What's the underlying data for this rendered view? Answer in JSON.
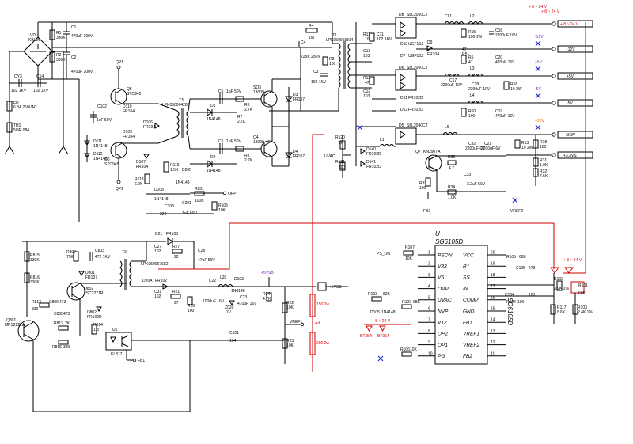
{
  "ic": {
    "ref": "U",
    "part": "SG6105D",
    "pins_left": [
      {
        "num": "1",
        "name": "PSON"
      },
      {
        "num": "2",
        "name": "V33"
      },
      {
        "num": "3",
        "name": "V5"
      },
      {
        "num": "4",
        "name": "OPP"
      },
      {
        "num": "5",
        "name": "UVAC"
      },
      {
        "num": "6",
        "name": "NVP"
      },
      {
        "num": "7",
        "name": "V12"
      },
      {
        "num": "8",
        "name": "OP2"
      },
      {
        "num": "9",
        "name": "OP1"
      },
      {
        "num": "10",
        "name": "PG"
      }
    ],
    "pins_right": [
      {
        "num": "20",
        "name": "VCC"
      },
      {
        "num": "19",
        "name": "R1"
      },
      {
        "num": "18",
        "name": "SS"
      },
      {
        "num": "17",
        "name": "IN"
      },
      {
        "num": "16",
        "name": "COMP"
      },
      {
        "num": "15",
        "name": "GND"
      },
      {
        "num": "14",
        "name": "FB1"
      },
      {
        "num": "13",
        "name": "VREF1"
      },
      {
        "num": "12",
        "name": "VREF2"
      },
      {
        "num": "11",
        "name": "FB2"
      }
    ]
  },
  "outputs": [
    {
      "label": "+ 8 ~ 24 V"
    },
    {
      "label": "-12V"
    },
    {
      "label": "+5V"
    },
    {
      "label": "-5V"
    },
    {
      "label": "+3.3V"
    },
    {
      "label": "+3.3VS"
    }
  ],
  "rail_labels": {
    "top_rail": "+ 8 ~ 24 V",
    "net_12v_neg": "-12V",
    "net_5v": "+5V",
    "net_5v_neg": "-5V",
    "net_12v": "+12V",
    "net_33v": "+3.3V",
    "fb2": "FB2",
    "vref2": "VREF2",
    "uvac": "UVAC",
    "fb1": "FB1",
    "vref1": "VREF1",
    "opp": "OPP",
    "plus5vsb": "+5VSB",
    "ps_on": "PS_ON"
  },
  "components": {
    "vd": {
      "ref": "VD",
      "val": "KBL06"
    },
    "r1": {
      "ref": "R1",
      "val": "330K"
    },
    "r2": {
      "ref": "R2",
      "val": "330K"
    },
    "c1": {
      "ref": "C1",
      "val": "470uF 200V"
    },
    "c2": {
      "ref": "C2",
      "val": "470uF 200V"
    },
    "cy3": {
      "ref": "CY3",
      "val": "102 1KV"
    },
    "c14": {
      "ref": "C14",
      "val": "102 1KV"
    },
    "fu": {
      "ref": "FU",
      "val": "6.3A 250VAC"
    },
    "th1": {
      "ref": "TH1",
      "val": "5OR 084"
    },
    "r4": {
      "ref": "R4",
      "val": "1M"
    },
    "c4": {
      "ref": "C4",
      "val": "225K 250V"
    },
    "r3": {
      "ref": "R3",
      "val": "100"
    },
    "c3": {
      "ref": "C3",
      "val": "102 1KV"
    },
    "t1": {
      "ref": "T1",
      "val": "LPK050003314"
    },
    "r11": {
      "ref": "R11",
      "val": "10"
    },
    "c11": {
      "ref": "C11",
      "val": "102 1KV"
    },
    "c13": {
      "ref": "C13",
      "val": "103"
    },
    "r12": {
      "ref": "R12",
      "val": "47"
    },
    "c12": {
      "ref": "C12",
      "val": "103"
    },
    "d8": {
      "ref": "D8",
      "val": "S8L2060CT"
    },
    "d9": {
      "ref": "D9",
      "val": "FR104"
    },
    "d10": {
      "ref": "D10",
      "val": "UGF10J"
    },
    "d7": {
      "ref": "D7",
      "val": "UGF10J"
    },
    "d6": {
      "ref": "D6",
      "val": "S8L2060CT"
    },
    "d11": {
      "ref": "D11",
      "val": "FR102D"
    },
    "d12": {
      "ref": "D12",
      "val": "FR102D"
    },
    "d5": {
      "ref": "D5",
      "val": "S8L2040CT"
    },
    "cl1a": {
      "ref": "CL1",
      "val": ""
    },
    "l2": {
      "ref": "L2",
      "val": ""
    },
    "r15": {
      "ref": "R15",
      "val": "100 1W"
    },
    "c16": {
      "ref": "C16",
      "val": "2200uF 16V"
    },
    "r5": {
      "ref": "R5",
      "val": "47"
    },
    "c20": {
      "ref": "C20",
      "val": "470uF 16V"
    },
    "l3": {
      "ref": "L3",
      "val": ""
    },
    "r51": {
      "ref": "R51",
      "val": "47"
    },
    "c17": {
      "ref": "C17",
      "val": "2200uF 10V"
    },
    "c18": {
      "ref": "C18",
      "val": "2200uF 10V"
    },
    "r16": {
      "ref": "R16",
      "val": "10 2W"
    },
    "l4": {
      "ref": "L4",
      "val": ""
    },
    "r60": {
      "ref": "R60",
      "val": "100"
    },
    "c19": {
      "ref": "C19",
      "val": "470uF 16V"
    },
    "l6": {
      "ref": "L6",
      "val": ""
    },
    "l1": {
      "ref": "L1",
      "val": ""
    },
    "c32": {
      "ref": "C32",
      "val": "2200uF 6V"
    },
    "c21": {
      "ref": "C21",
      "val": "2200uF 6V"
    },
    "r13": {
      "ref": "R13",
      "val": "10 2W"
    },
    "r18": {
      "ref": "R18",
      "val": "100"
    },
    "r31": {
      "ref": "R31",
      "val": "1.0K"
    },
    "r32": {
      "ref": "R32",
      "val": "7.5K"
    },
    "q7": {
      "ref": "Q7",
      "val": "KN2907A"
    },
    "r36": {
      "ref": "R36",
      "val": "4.7"
    },
    "r33": {
      "ref": "R33",
      "val": "100"
    },
    "c33": {
      "ref": "C33",
      "val": "2.2uF 50V"
    },
    "r34": {
      "ref": "R34",
      "val": "1.0K"
    },
    "r120": {
      "ref": "R120",
      "val": "1K"
    },
    "r121": {
      "ref": "R121",
      "val": "110"
    },
    "d140": {
      "ref": "D140",
      "val": "FR102D"
    },
    "d141": {
      "ref": "D141",
      "val": "FR102D"
    },
    "qp1": {
      "ref": "QP1",
      "val": ""
    },
    "q5": {
      "ref": "Q5",
      "val": "STC945"
    },
    "q6": {
      "ref": "Q6",
      "val": "STC945"
    },
    "qp2": {
      "ref": "QP2",
      "val": ""
    },
    "c102": {
      "ref": "C102",
      "val": "1uF 50V"
    },
    "d110": {
      "ref": "D110",
      "val": "FR104"
    },
    "d106": {
      "ref": "D106",
      "val": "FR104"
    },
    "d109": {
      "ref": "D109",
      "val": "FR104"
    },
    "d107": {
      "ref": "D107",
      "val": "FR104"
    },
    "d111": {
      "ref": "D111",
      "val": "1N4148"
    },
    "d112": {
      "ref": "D112",
      "val": "1N4148"
    },
    "r119": {
      "ref": "R119",
      "val": "1.5K"
    },
    "r118": {
      "ref": "R118",
      "val": "6.2K"
    },
    "d200": {
      "ref": "D200",
      "val": "1N4148"
    },
    "d108": {
      "ref": "D108",
      "val": "1N4148"
    },
    "c103": {
      "ref": "C103",
      "val": "224"
    },
    "c201": {
      "ref": "C201",
      "val": "1uF 50V"
    },
    "r201": {
      "ref": "R201",
      "val": "100K"
    },
    "r105": {
      "ref": "R105",
      "val": "10K"
    },
    "t3": {
      "ref": "T3",
      "val": "LPK050064280"
    },
    "c5": {
      "ref": "C5",
      "val": "1uF 50V"
    },
    "c6": {
      "ref": "C6",
      "val": "1uF 50V"
    },
    "d1": {
      "ref": "D1",
      "val": "1N4148"
    },
    "d2": {
      "ref": "D2",
      "val": "1N4148"
    },
    "r6": {
      "ref": "R6",
      "val": "2.7K"
    },
    "r7": {
      "ref": "R7",
      "val": "2.7K"
    },
    "r8": {
      "ref": "R8",
      "val": "2.7K"
    },
    "q3": {
      "ref": "SQ3",
      "val": "13009"
    },
    "q4": {
      "ref": "Q4",
      "val": "13009"
    },
    "d3": {
      "ref": "D3",
      "val": "FR107"
    },
    "d4": {
      "ref": "D4",
      "val": "FR107"
    },
    "t2": {
      "ref": "T2",
      "val": "LPK050067682"
    },
    "d21": {
      "ref": "D21",
      "val": "FR103"
    },
    "c27": {
      "ref": "C27",
      "val": "102"
    },
    "r27": {
      "ref": "R27",
      "val": "22"
    },
    "c28": {
      "ref": "C28",
      "val": "47uF 50V"
    },
    "r807": {
      "ref": "R807",
      "val": "75K"
    },
    "c803": {
      "ref": "C803",
      "val": "472 1KV"
    },
    "r815": {
      "ref": "R815",
      "val": "330K"
    },
    "r816": {
      "ref": "R816",
      "val": "330K"
    },
    "d801": {
      "ref": "D801",
      "val": "FR107"
    },
    "q802": {
      "ref": "Q802",
      "val": "2SC2271R"
    },
    "r813": {
      "ref": "R813",
      "val": "330"
    },
    "c806": {
      "ref": "C806",
      "val": "473"
    },
    "c805": {
      "ref": "C805",
      "val": "473"
    },
    "r812": {
      "ref": "R812",
      "val": "2K"
    },
    "r815b": {
      "ref": "R815",
      "val": "330"
    },
    "r814": {
      "ref": "R814",
      "val": "1.8"
    },
    "d802": {
      "ref": "D802",
      "val": "FR102D"
    },
    "q801": {
      "ref": "Q801",
      "val": "MPS2222A"
    },
    "u1": {
      "ref": "U1",
      "val": "EL817"
    },
    "d20": {
      "ref": "D20A",
      "val": "FR102"
    },
    "c31": {
      "ref": "C31",
      "val": "102"
    },
    "r21": {
      "ref": "R21",
      "val": "27"
    },
    "r20": {
      "ref": "R20",
      "val": "100"
    },
    "c22": {
      "ref": "C22",
      "val": "1000uF 16V"
    },
    "l20": {
      "ref": "L20",
      "val": ""
    },
    "d103": {
      "ref": "D103",
      "val": "1N4148"
    },
    "z020": {
      "ref": "Z020",
      "val": "7V"
    },
    "c23": {
      "ref": "C23",
      "val": "470uF 16V"
    },
    "r24": {
      "ref": "R24",
      "val": "4.7K"
    },
    "r22": {
      "ref": "R22",
      "val": "10K"
    },
    "r23": {
      "ref": "R23",
      "val": "10K"
    },
    "c101": {
      "ref": "C101",
      "val": "104"
    },
    "r107": {
      "ref": "R107",
      "val": "10K"
    },
    "r123": {
      "ref": "R123",
      "val": "82K"
    },
    "r122": {
      "ref": "R122",
      "val": "68K"
    },
    "d105": {
      "ref": "D105",
      "val": "1N4148"
    },
    "r106": {
      "ref": "R106",
      "val": "10K"
    },
    "r105b": {
      "ref": "R105",
      "val": "68K"
    },
    "c105": {
      "ref": "C105",
      "val": "473"
    },
    "c104": {
      "ref": "C104",
      "val": "103"
    },
    "r104": {
      "ref": "R104",
      "val": "100"
    },
    "r102": {
      "ref": "R102",
      "val": "3.9K 1%"
    },
    "r101": {
      "ref": "R101",
      "val": "68K"
    },
    "r103": {
      "ref": "R103",
      "val": "2.4K 1%"
    },
    "r117": {
      "ref": "R117",
      "val": "8.6K"
    },
    "rr1": {
      "ref": "",
      "val": "150 2w"
    },
    "rr2": {
      "ref": "",
      "val": "200 2w"
    },
    "dz1": {
      "ref": "",
      "val": "BT35A"
    },
    "dz2": {
      "ref": "",
      "val": "BT35A"
    }
  },
  "red_labels": {
    "rail_top": "+ 8 ~ 24 V",
    "rail_mid": "+ 8 ~ 24 V",
    "rail_right": "+ 8 ~ 24 V",
    "ad": "Ad"
  }
}
